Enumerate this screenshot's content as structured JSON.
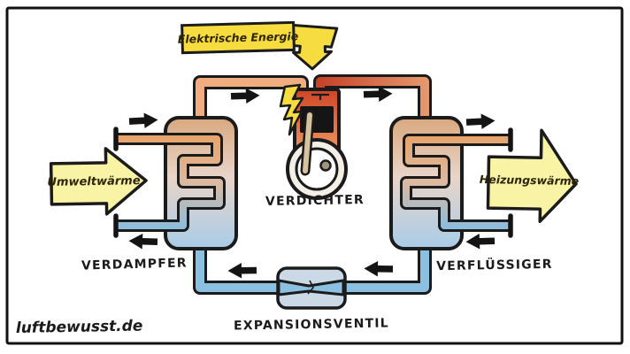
{
  "energy_banner": {
    "label": "Elektrische Energie"
  },
  "input_flow": {
    "label": "Umweltwärme"
  },
  "output_flow": {
    "label": "Heizungswärme"
  },
  "components": {
    "evaporator": {
      "label": "VERDAMPFER"
    },
    "compressor": {
      "label": "VERDICHTER"
    },
    "condenser": {
      "label": "VERFLÜSSIGER"
    },
    "expansion_valve": {
      "label": "EXPANSIONSVENTIL"
    }
  },
  "watermark": {
    "label": "luftbewusst.de"
  },
  "icons": {
    "lightning": "lightning-bolt-icon",
    "energy_arrow": "bent-down-arrow-icon",
    "input_arrow": "big-right-arrow-icon",
    "output_arrow": "big-right-arrow-icon",
    "flow_arrow": "flow-direction-arrow-icon"
  },
  "colors": {
    "energy_yellow": "#f6dc3e",
    "heat_flow_yellow": "#f9f3a6",
    "hot_red": "#cf4526",
    "warm_salmon": "#f0ae80",
    "cold_blue": "#8cc0e1",
    "valve_body_blue": "#cbd9e7",
    "ink": "#1b1b1b"
  }
}
